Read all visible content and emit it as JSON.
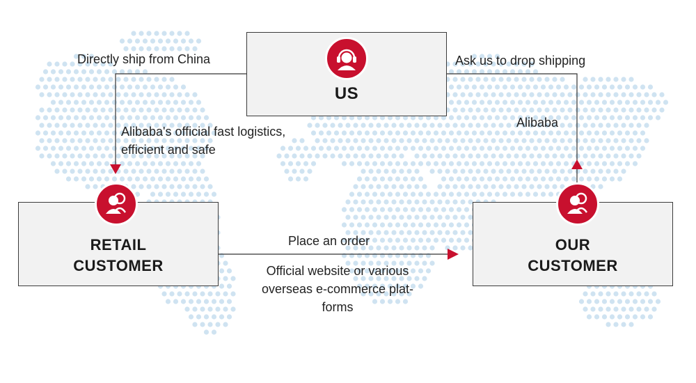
{
  "nodes": {
    "us": {
      "title": "US"
    },
    "retail": {
      "line1": "RETAIL",
      "line2": "CUSTOMER"
    },
    "our": {
      "line1": "OUR",
      "line2": "CUSTOMER"
    }
  },
  "edges": {
    "direct_ship": "Directly ship from China",
    "alibaba_logistics_line1": "Alibaba's official fast logistics,",
    "alibaba_logistics_line2": "efficient and safe",
    "drop_shipping": "Ask us to drop shipping",
    "alibaba": "Alibaba",
    "place_order": "Place an order",
    "official_line1": "Official website or various",
    "official_line2": "overseas e-commerce plat-",
    "official_line3": "forms"
  },
  "icons": {
    "us": "headset-person-icon",
    "retail": "customers-group-icon",
    "our": "customers-group-icon"
  },
  "colors": {
    "accent": "#c8102e",
    "box_fill": "#f2f2f2",
    "map_dots": "#cfe3f1"
  }
}
